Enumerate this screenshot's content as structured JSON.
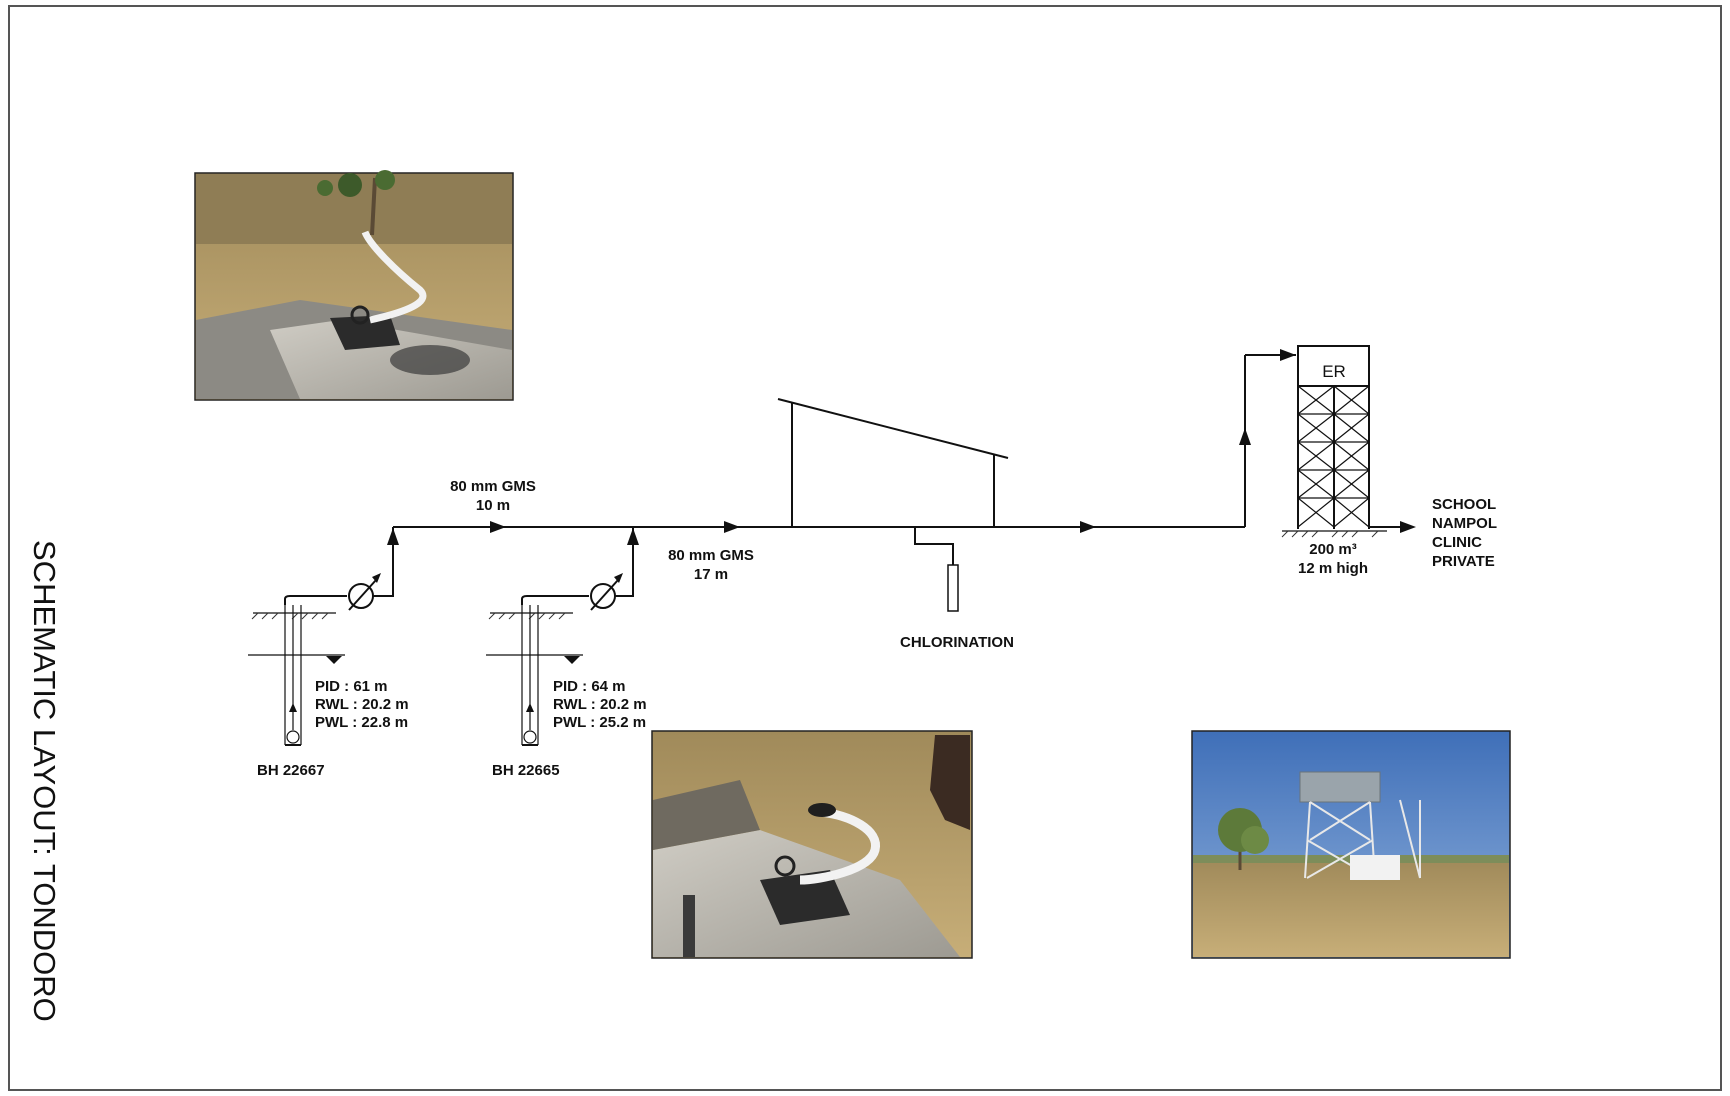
{
  "title": "SCHEMATIC LAYOUT: TONDORO",
  "pipe_1": {
    "size": "80 mm GMS",
    "length": "10 m"
  },
  "pipe_2": {
    "size": "80 mm GMS",
    "length": "17 m"
  },
  "borehole_1": {
    "id": "BH 22667",
    "pid": "PID : 61 m",
    "rwl": "RWL : 20.2 m",
    "pwl": "PWL : 22.8 m"
  },
  "borehole_2": {
    "id": "BH 22665",
    "pid": "PID : 64 m",
    "rwl": "RWL : 20.2 m",
    "pwl": "PWL : 25.2 m"
  },
  "chlorination": "CHLORINATION",
  "reservoir": {
    "tag": "ER",
    "capacity": "200 m³",
    "height": "12 m high"
  },
  "consumers": [
    "SCHOOL",
    "NAMPOL",
    "CLINIC",
    "PRIVATE"
  ],
  "colors": {
    "ink": "#111111",
    "sky": "#5a86c4",
    "grass": "#b59a62",
    "concrete": "#b9b6ae"
  }
}
